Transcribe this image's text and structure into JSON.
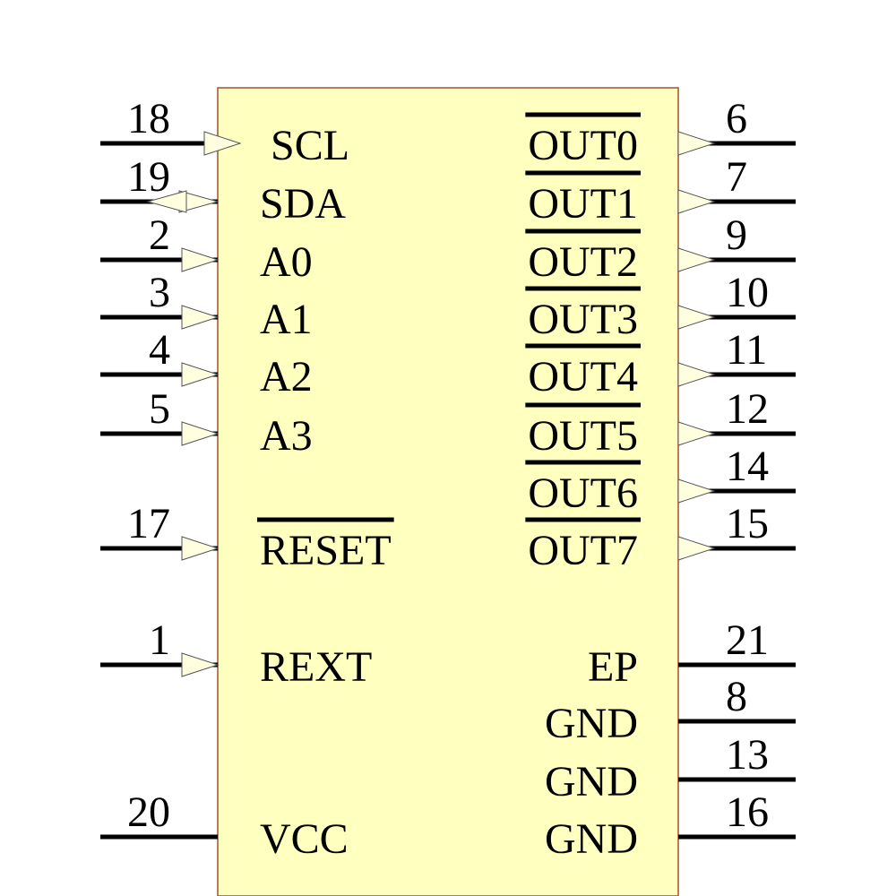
{
  "colors": {
    "body_fill": "#ffffc0",
    "body_stroke": "#a0522d",
    "wire": "#000000",
    "arrow_fill": "#ffffe0"
  },
  "left_pins": [
    {
      "num": "18",
      "label": "SCL",
      "arrow": "clock-in",
      "overbar": false
    },
    {
      "num": "19",
      "label": "SDA",
      "arrow": "bidirectional",
      "overbar": false
    },
    {
      "num": "2",
      "label": "A0",
      "arrow": "in",
      "overbar": false
    },
    {
      "num": "3",
      "label": "A1",
      "arrow": "in",
      "overbar": false
    },
    {
      "num": "4",
      "label": "A2",
      "arrow": "in",
      "overbar": false
    },
    {
      "num": "5",
      "label": "A3",
      "arrow": "in",
      "overbar": false
    },
    {
      "num": "17",
      "label": "RESET",
      "arrow": "in",
      "overbar": true
    },
    {
      "num": "1",
      "label": "REXT",
      "arrow": "in",
      "overbar": false
    },
    {
      "num": "20",
      "label": "VCC",
      "arrow": "none",
      "overbar": false
    }
  ],
  "right_pins": [
    {
      "num": "6",
      "label": "OUT0",
      "arrow": "out",
      "overbar": true
    },
    {
      "num": "7",
      "label": "OUT1",
      "arrow": "out",
      "overbar": true
    },
    {
      "num": "9",
      "label": "OUT2",
      "arrow": "out",
      "overbar": true
    },
    {
      "num": "10",
      "label": "OUT3",
      "arrow": "out",
      "overbar": true
    },
    {
      "num": "11",
      "label": "OUT4",
      "arrow": "out",
      "overbar": true
    },
    {
      "num": "12",
      "label": "OUT5",
      "arrow": "out",
      "overbar": true
    },
    {
      "num": "14",
      "label": "OUT6",
      "arrow": "out",
      "overbar": true
    },
    {
      "num": "15",
      "label": "OUT7",
      "arrow": "out",
      "overbar": true
    },
    {
      "num": "21",
      "label": "EP",
      "arrow": "none",
      "overbar": false
    },
    {
      "num": "8",
      "label": "GND",
      "arrow": "none",
      "overbar": false
    },
    {
      "num": "13",
      "label": "GND",
      "arrow": "none",
      "overbar": false
    },
    {
      "num": "16",
      "label": "GND",
      "arrow": "none",
      "overbar": false
    }
  ]
}
